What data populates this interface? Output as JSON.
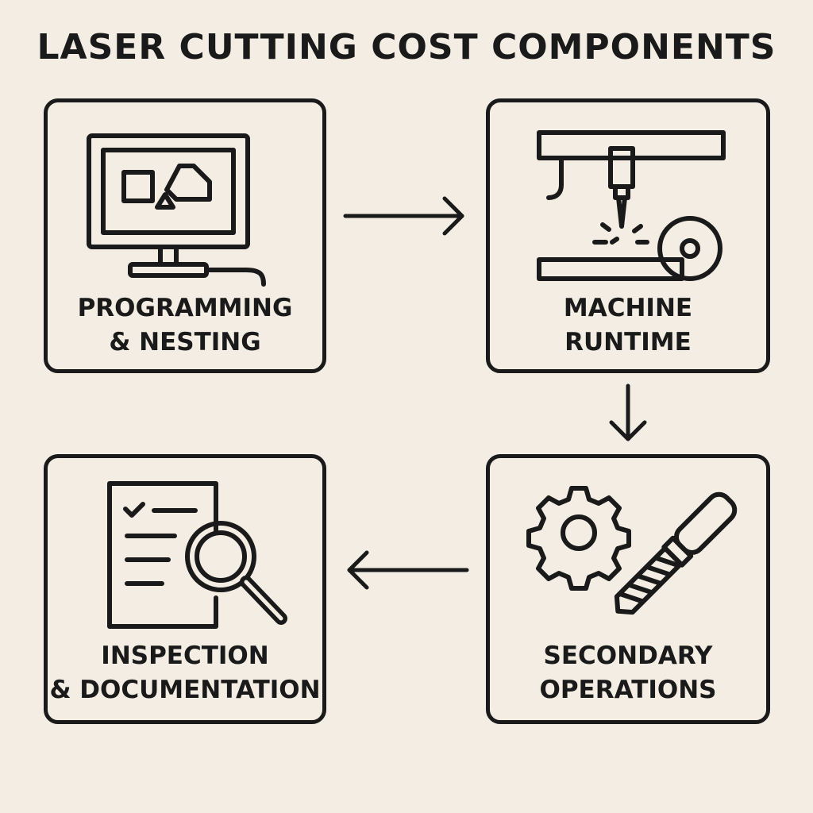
{
  "title": "LASER CUTTING COST COMPONENTS",
  "steps": [
    {
      "line1": "PROGRAMMING",
      "line2": "& NESTING",
      "icon": "computer-monitor-icon"
    },
    {
      "line1": "MACHINE",
      "line2": "RUNTIME",
      "icon": "laser-cutter-icon"
    },
    {
      "line1": "SECONDARY",
      "line2": "OPERATIONS",
      "icon": "gear-and-file-tool-icon"
    },
    {
      "line1": "INSPECTION",
      "line2": "& DOCUMENTATION",
      "icon": "document-magnifier-icon"
    }
  ],
  "colors": {
    "background": "#f3ede3",
    "ink": "#1a1a1a"
  }
}
